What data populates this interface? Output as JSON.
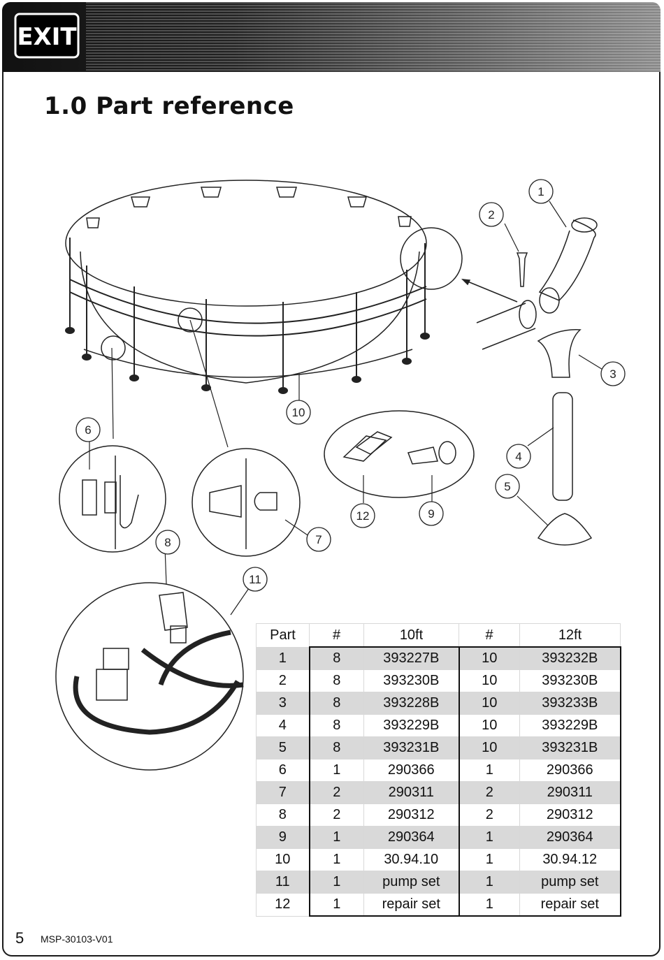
{
  "brand": {
    "logo_text": "EXIT"
  },
  "page": {
    "title": "1.0 Part reference",
    "page_number": "5",
    "doc_code": "MSP-30103-V01"
  },
  "callouts": [
    "1",
    "2",
    "3",
    "4",
    "5",
    "6",
    "7",
    "8",
    "9",
    "10",
    "11",
    "12"
  ],
  "table": {
    "headers": [
      "Part",
      "#",
      "10ft",
      "#",
      "12ft"
    ],
    "rows": [
      [
        "1",
        "8",
        "393227B",
        "10",
        "393232B"
      ],
      [
        "2",
        "8",
        "393230B",
        "10",
        "393230B"
      ],
      [
        "3",
        "8",
        "393228B",
        "10",
        "393233B"
      ],
      [
        "4",
        "8",
        "393229B",
        "10",
        "393229B"
      ],
      [
        "5",
        "8",
        "393231B",
        "10",
        "393231B"
      ],
      [
        "6",
        "1",
        "290366",
        "1",
        "290366"
      ],
      [
        "7",
        "2",
        "290311",
        "2",
        "290311"
      ],
      [
        "8",
        "2",
        "290312",
        "2",
        "290312"
      ],
      [
        "9",
        "1",
        "290364",
        "1",
        "290364"
      ],
      [
        "10",
        "1",
        "30.94.10",
        "1",
        "30.94.12"
      ],
      [
        "11",
        "1",
        "pump set",
        "1",
        "pump set"
      ],
      [
        "12",
        "1",
        "repair set",
        "1",
        "repair set"
      ]
    ]
  }
}
